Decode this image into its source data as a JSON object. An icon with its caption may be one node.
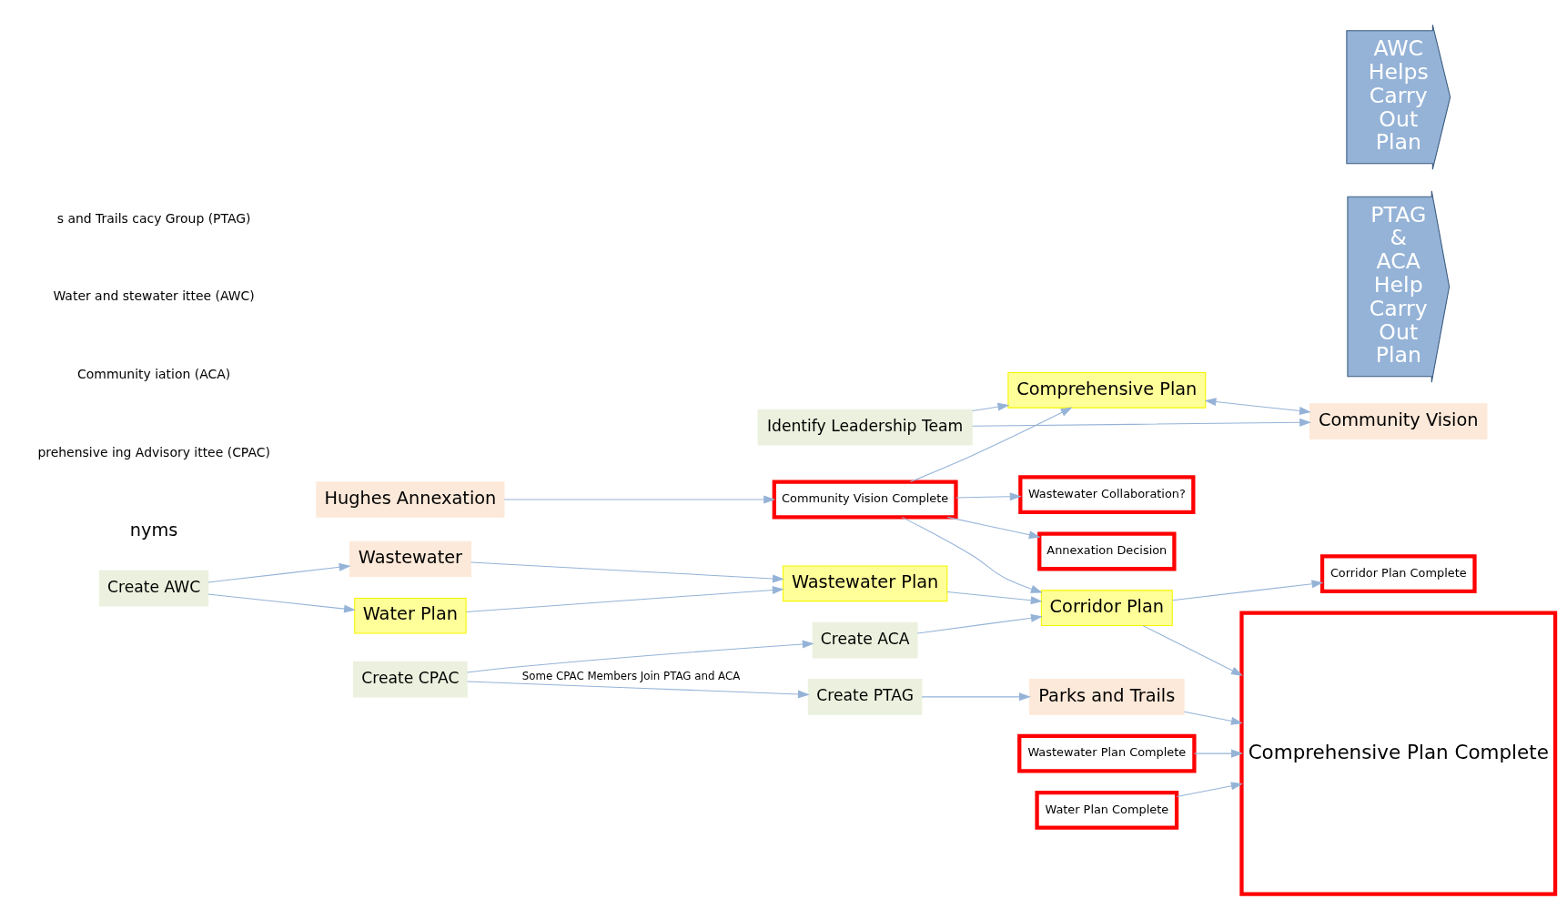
{
  "diagram": {
    "nodes": [
      {
        "text": [
          "Comprehensive Plan"
        ]
      },
      {
        "text": [
          "Identify Leadership Team"
        ]
      },
      {
        "text": [
          "Create CPAC"
        ]
      },
      {
        "text": [
          "Community Vision"
        ]
      },
      {
        "text": [
          "Community Vision Complete"
        ]
      },
      {
        "text": [
          "Create PTAG"
        ]
      },
      {
        "text": [
          "Create ACA"
        ]
      },
      {
        "text": [
          "Parks and Trails"
        ]
      },
      {
        "text": [
          "Hughes Annexation"
        ]
      },
      {
        "text": [
          "Annexation Decision"
        ]
      },
      {
        "text": [
          "Corridor Plan"
        ]
      },
      {
        "text": [
          "Comprehensive Plan Complete"
        ]
      },
      {
        "text": [
          "PTAG & ACA Help Carry Out Plan"
        ]
      },
      {
        "text": [
          "Corridor Plan Complete"
        ]
      },
      {
        "text": [
          "Create AWC"
        ]
      },
      {
        "text": [
          "Wastewater"
        ]
      },
      {
        "text": [
          "Wastewater Collaboration?"
        ]
      },
      {
        "text": [
          "Wastewater Plan"
        ]
      },
      {
        "text": [
          "Wastewater Plan Complete"
        ]
      },
      {
        "text": [
          "Water Plan"
        ]
      },
      {
        "text": [
          "Water Plan Complete"
        ]
      },
      {
        "text": [
          "AWC Helps Carry Out Plan"
        ]
      }
    ],
    "edges": [
      {
        "from": 1,
        "to": 0,
        "arrow": "to"
      },
      {
        "from": 1,
        "to": 3,
        "arrow": "to"
      },
      {
        "from": 0,
        "to": 3,
        "arrow": "both"
      },
      {
        "from": 2,
        "to": 5,
        "arrow": "to",
        "label": "Some CPAC Members Join PTAG and ACA"
      },
      {
        "from": 2,
        "to": 6,
        "arrow": "to"
      },
      {
        "from": 4,
        "to": 0,
        "arrow": "to"
      },
      {
        "from": 8,
        "to": 4,
        "arrow": "to"
      },
      {
        "from": 4,
        "to": 9,
        "arrow": "to"
      },
      {
        "from": 4,
        "to": 16,
        "arrow": "to"
      },
      {
        "from": 4,
        "to": 10,
        "arrow": "to"
      },
      {
        "from": 5,
        "to": 7,
        "arrow": "to"
      },
      {
        "from": 6,
        "to": 10,
        "arrow": "to"
      },
      {
        "from": 7,
        "to": 11,
        "arrow": "to"
      },
      {
        "from": 10,
        "to": 11,
        "arrow": "to"
      },
      {
        "from": 10,
        "to": 13,
        "arrow": "to"
      },
      {
        "from": 14,
        "to": 15,
        "arrow": "to"
      },
      {
        "from": 14,
        "to": 19,
        "arrow": "to"
      },
      {
        "from": 15,
        "to": 17,
        "arrow": "to"
      },
      {
        "from": 17,
        "to": 10,
        "arrow": "to"
      },
      {
        "from": 19,
        "to": 17,
        "arrow": "to"
      },
      {
        "from": 18,
        "to": 11,
        "arrow": "to"
      },
      {
        "from": 20,
        "to": 11,
        "arrow": "to"
      }
    ],
    "labels": [
      "nyms",
      "prehensive ing Advisory ittee (CPAC)",
      "Community iation (ACA)",
      "Water and stewater ittee (AWC)",
      "s and Trails cacy Group (PTAG)"
    ]
  }
}
